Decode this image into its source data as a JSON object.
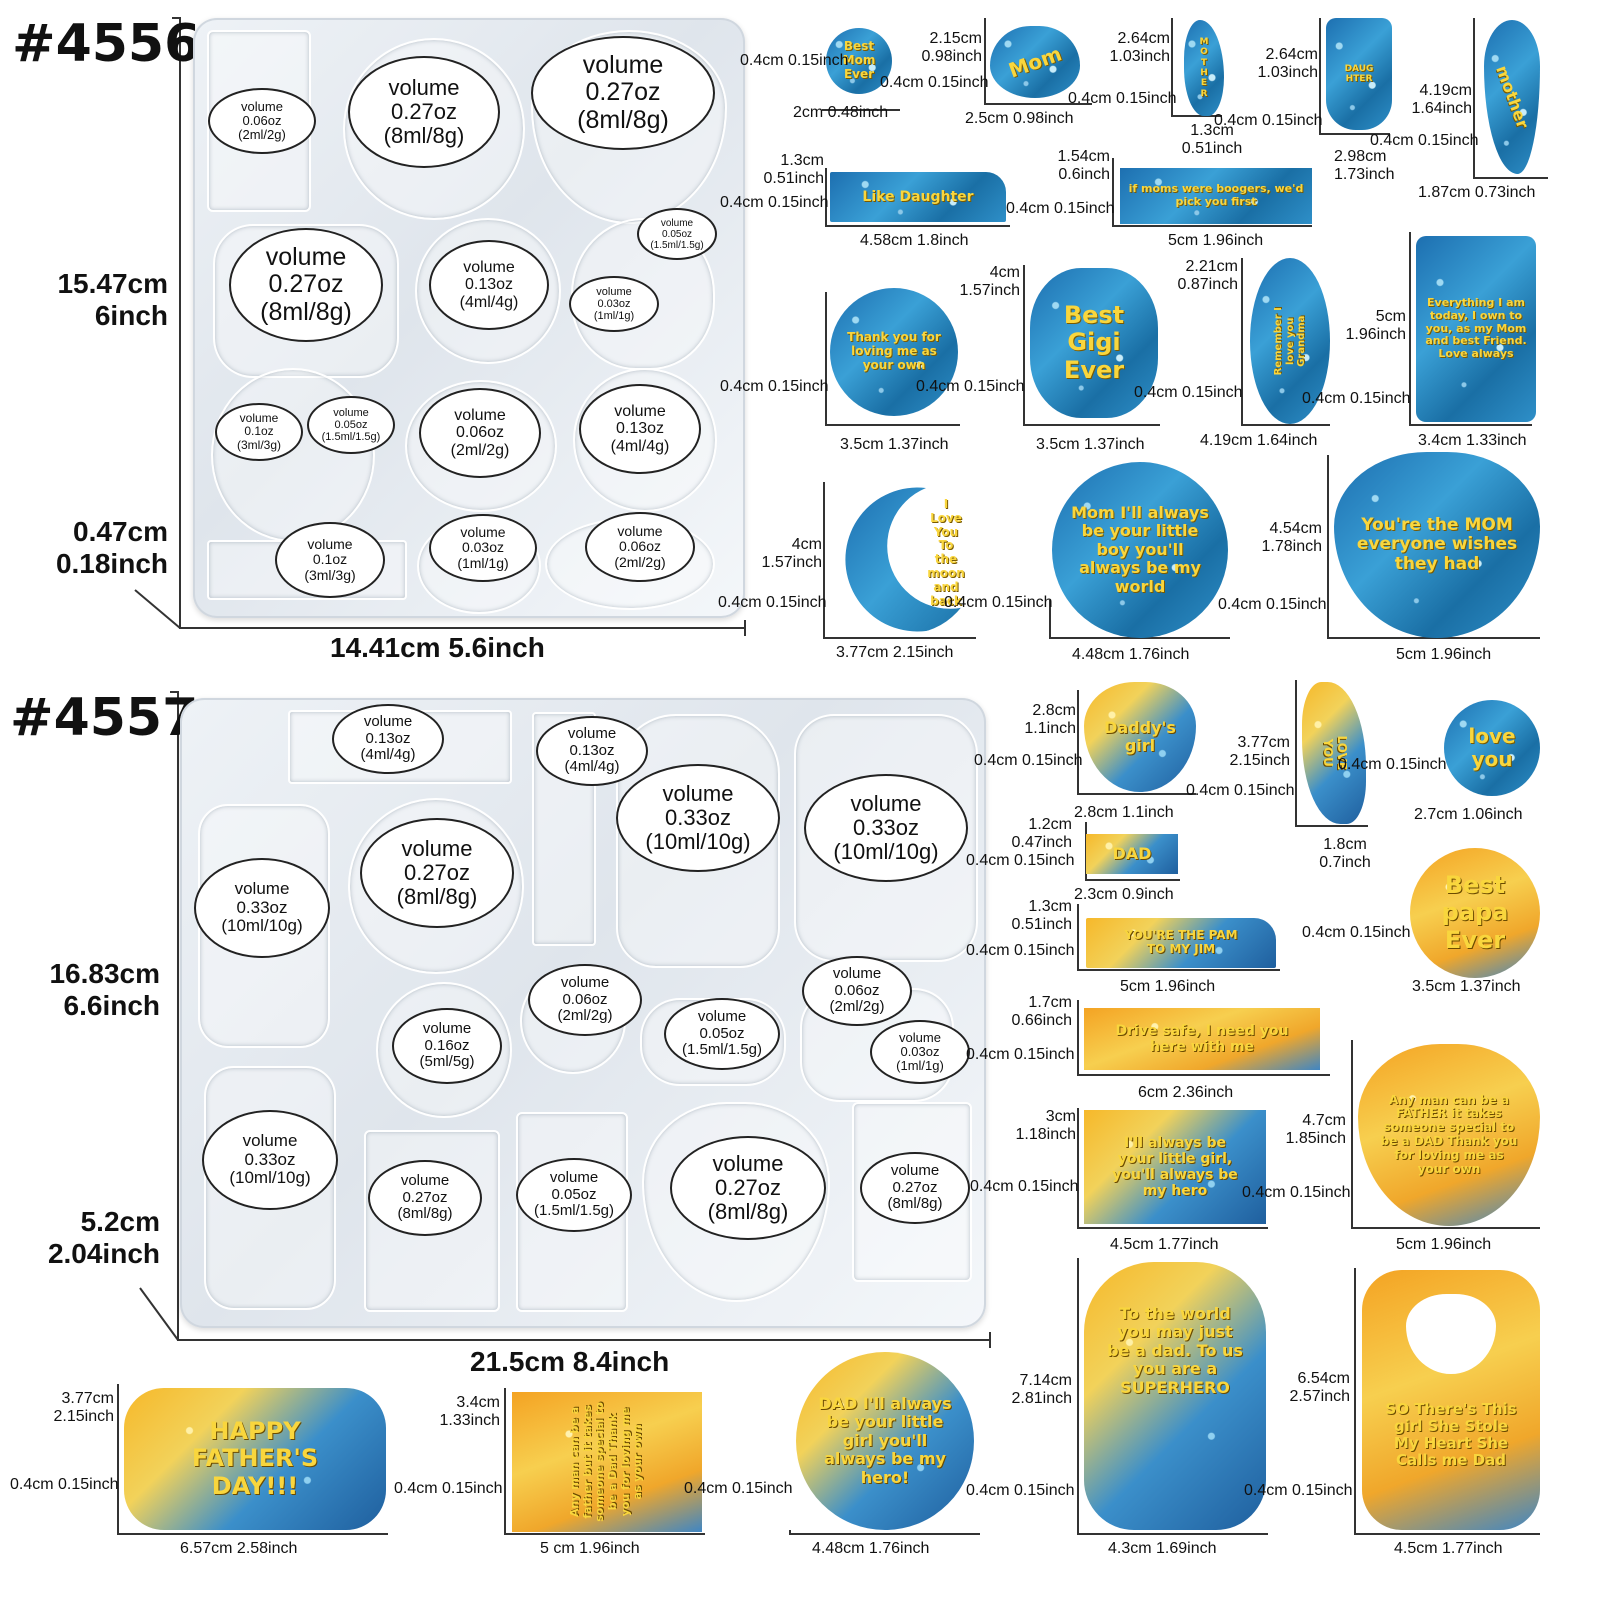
{
  "set_a": {
    "model": "#4556",
    "height_cm": "15.47cm",
    "height_in": "6inch",
    "thick_cm": "0.47cm",
    "thick_in": "0.18inch",
    "width": "14.41cm 5.6inch",
    "bubbles": [
      {
        "v": "volume",
        "q": "0.06oz",
        "ml": "(2ml/2g)"
      },
      {
        "v": "volume",
        "q": "0.27oz",
        "ml": "(8ml/8g)"
      },
      {
        "v": "volume",
        "q": "0.27oz",
        "ml": "(8ml/8g)"
      },
      {
        "v": "volume",
        "q": "0.27oz",
        "ml": "(8ml/8g)"
      },
      {
        "v": "volume",
        "q": "0.13oz",
        "ml": "(4ml/4g)"
      },
      {
        "v": "volume",
        "q": "0.05oz",
        "ml": "(1.5ml/1.5g)"
      },
      {
        "v": "volume",
        "q": "0.03oz",
        "ml": "(1ml/1g)"
      },
      {
        "v": "volume",
        "q": "0.1oz",
        "ml": "(3ml/3g)"
      },
      {
        "v": "volume",
        "q": "0.05oz",
        "ml": "(1.5ml/1.5g)"
      },
      {
        "v": "volume",
        "q": "0.06oz",
        "ml": "(2ml/2g)"
      },
      {
        "v": "volume",
        "q": "0.13oz",
        "ml": "(4ml/4g)"
      },
      {
        "v": "volume",
        "q": "0.1oz",
        "ml": "(3ml/3g)"
      },
      {
        "v": "volume",
        "q": "0.03oz",
        "ml": "(1ml/1g)"
      },
      {
        "v": "volume",
        "q": "0.06oz",
        "ml": "(2ml/2g)"
      }
    ],
    "charms": [
      {
        "text": "Best Mom Ever",
        "h": "0.4cm 0.15inch",
        "w": "2cm 0.48inch"
      },
      {
        "text": "Mom",
        "hcm": "2.15cm",
        "hin": "0.98inch",
        "t": "0.4cm 0.15inch",
        "w": "2.5cm 0.98inch"
      },
      {
        "text": "MOTHER",
        "hcm": "2.64cm",
        "hin": "1.03inch",
        "t": "0.4cm 0.15inch",
        "w": "1.3cm 0.51inch"
      },
      {
        "text": "DAUGHTER",
        "hcm": "2.64cm",
        "hin": "1.03inch",
        "t": "0.4cm 0.15inch",
        "w": "2.98cm 1.73inch"
      },
      {
        "text": "mother",
        "hcm": "4.19cm",
        "hin": "1.64inch",
        "t": "0.4cm 0.15inch",
        "w": "1.87cm 0.73inch"
      },
      {
        "text": "Like Daughter",
        "hcm": "1.3cm",
        "hin": "0.51inch",
        "t": "0.4cm 0.15inch",
        "w": "4.58cm 1.8inch"
      },
      {
        "text": "if moms were boogers, we'd pick you first",
        "hcm": "1.54cm",
        "hin": "0.6inch",
        "t": "0.4cm 0.15inch",
        "w": "5cm 1.96inch"
      },
      {
        "text": "Thank you for loving me as your own",
        "t": "0.4cm 0.15inch",
        "w": "3.5cm 1.37inch"
      },
      {
        "text": "Best Gigi Ever",
        "hcm": "4cm",
        "hin": "1.57inch",
        "t": "0.4cm 0.15inch",
        "w": "3.5cm 1.37inch"
      },
      {
        "text": "Remember I love you Grandma",
        "hcm": "2.21cm",
        "hin": "0.87inch",
        "t": "0.4cm 0.15inch",
        "w": "4.19cm 1.64inch"
      },
      {
        "text": "Everything I am today, I own to you, as my Mom and best Friend. Love always",
        "hcm": "5cm",
        "hin": "1.96inch",
        "t": "0.4cm 0.15inch",
        "w": "3.4cm 1.33inch"
      },
      {
        "text": "I Love You To the moon and back",
        "hcm": "4cm",
        "hin": "1.57inch",
        "t": "0.4cm 0.15inch",
        "w": "3.77cm 2.15inch"
      },
      {
        "text": "Mom I'll always be your little boy you'll always be my world",
        "t": "0.4cm 0.15inch",
        "w": "4.48cm 1.76inch"
      },
      {
        "text": "You're the MOM everyone wishes they had",
        "hcm": "4.54cm",
        "hin": "1.78inch",
        "t": "0.4cm 0.15inch",
        "w": "5cm 1.96inch"
      }
    ]
  },
  "set_b": {
    "model": "#4557",
    "height_cm": "16.83cm",
    "height_in": "6.6inch",
    "thick_cm": "5.2cm",
    "thick_in": "2.04inch",
    "width": "21.5cm 8.4inch",
    "bubbles": [
      {
        "v": "volume",
        "q": "0.13oz",
        "ml": "(4ml/4g)"
      },
      {
        "v": "volume",
        "q": "0.13oz",
        "ml": "(4ml/4g)"
      },
      {
        "v": "volume",
        "q": "0.33oz",
        "ml": "(10ml/10g)"
      },
      {
        "v": "volume",
        "q": "0.33oz",
        "ml": "(10ml/10g)"
      },
      {
        "v": "volume",
        "q": "0.33oz",
        "ml": "(10ml/10g)"
      },
      {
        "v": "volume",
        "q": "0.27oz",
        "ml": "(8ml/8g)"
      },
      {
        "v": "volume",
        "q": "0.06oz",
        "ml": "(2ml/2g)"
      },
      {
        "v": "volume",
        "q": "0.06oz",
        "ml": "(2ml/2g)"
      },
      {
        "v": "volume",
        "q": "0.16oz",
        "ml": "(5ml/5g)"
      },
      {
        "v": "volume",
        "q": "0.05oz",
        "ml": "(1.5ml/1.5g)"
      },
      {
        "v": "volume",
        "q": "0.03oz",
        "ml": "(1ml/1g)"
      },
      {
        "v": "volume",
        "q": "0.33oz",
        "ml": "(10ml/10g)"
      },
      {
        "v": "volume",
        "q": "0.27oz",
        "ml": "(8ml/8g)"
      },
      {
        "v": "volume",
        "q": "0.05oz",
        "ml": "(1.5ml/1.5g)"
      },
      {
        "v": "volume",
        "q": "0.27oz",
        "ml": "(8ml/8g)"
      },
      {
        "v": "volume",
        "q": "0.27oz",
        "ml": "(8ml/8g)"
      }
    ],
    "charms": [
      {
        "text": "Daddy's girl",
        "hcm": "2.8cm",
        "hin": "1.1inch",
        "t": "0.4cm 0.15inch",
        "w": "2.8cm 1.1inch"
      },
      {
        "text": "LOVE YOU",
        "hcm": "3.77cm",
        "hin": "2.15inch",
        "t": "0.4cm 0.15inch",
        "w": "1.8cm 0.7inch"
      },
      {
        "text": "love you",
        "t": "0.4cm 0.15inch",
        "w": "2.7cm 1.06inch"
      },
      {
        "text": "DAD",
        "hcm": "1.2cm",
        "hin": "0.47inch",
        "t": "0.4cm 0.15inch",
        "w": "2.3cm 0.9inch"
      },
      {
        "text": "Best papa Ever",
        "t": "0.4cm 0.15inch",
        "w": "3.5cm 1.37inch"
      },
      {
        "text": "YOU'RE THE PAM TO MY JIM",
        "hcm": "1.3cm",
        "hin": "0.51inch",
        "t": "0.4cm 0.15inch",
        "w": "5cm 1.96inch"
      },
      {
        "text": "Drive safe, I need you here with me",
        "hcm": "1.7cm",
        "hin": "0.66inch",
        "t": "0.4cm 0.15inch",
        "w": "6cm 2.36inch"
      },
      {
        "text": "I'll always be your little girl, you'll always be my hero",
        "hcm": "3cm",
        "hin": "1.18inch",
        "t": "0.4cm 0.15inch",
        "w": "4.5cm 1.77inch"
      },
      {
        "text": "Any man can be a FATHER it takes someone special to be a DAD Thank you for loving me as your own",
        "hcm": "4.7cm",
        "hin": "1.85inch",
        "t": "0.4cm 0.15inch",
        "w": "5cm 1.96inch"
      },
      {
        "text": "HAPPY FATHER'S DAY!!!",
        "hcm": "3.77cm",
        "hin": "2.15inch",
        "t": "0.4cm 0.15inch",
        "w": "6.57cm 2.58inch"
      },
      {
        "text": "Any man can be a father but it takes someone special to be a Dad Thank you for loving me as your own",
        "hcm": "3.4cm",
        "hin": "1.33inch",
        "t": "0.4cm 0.15inch",
        "w": "5 cm 1.96inch"
      },
      {
        "text": "DAD I'll always be your little girl you'll always be my hero!",
        "t": "0.4cm 0.15inch",
        "w": "4.48cm 1.76inch"
      },
      {
        "text": "To the world you may just be a dad. To us you are a SUPERHERO",
        "hcm": "7.14cm",
        "hin": "2.81inch",
        "t": "0.4cm 0.15inch",
        "w": "4.3cm 1.69inch"
      },
      {
        "text": "SO There's This girl She Stole My Heart She Calls me Dad",
        "hcm": "6.54cm",
        "hin": "2.57inch",
        "t": "0.4cm 0.15inch",
        "w": "4.5cm 1.77inch"
      }
    ]
  },
  "colors": {
    "glitter_blue": "#2e8fc8",
    "glitter_gold": "#f6c23a",
    "text_gold": "#f9d63d",
    "tray": "#e6ebf0"
  }
}
